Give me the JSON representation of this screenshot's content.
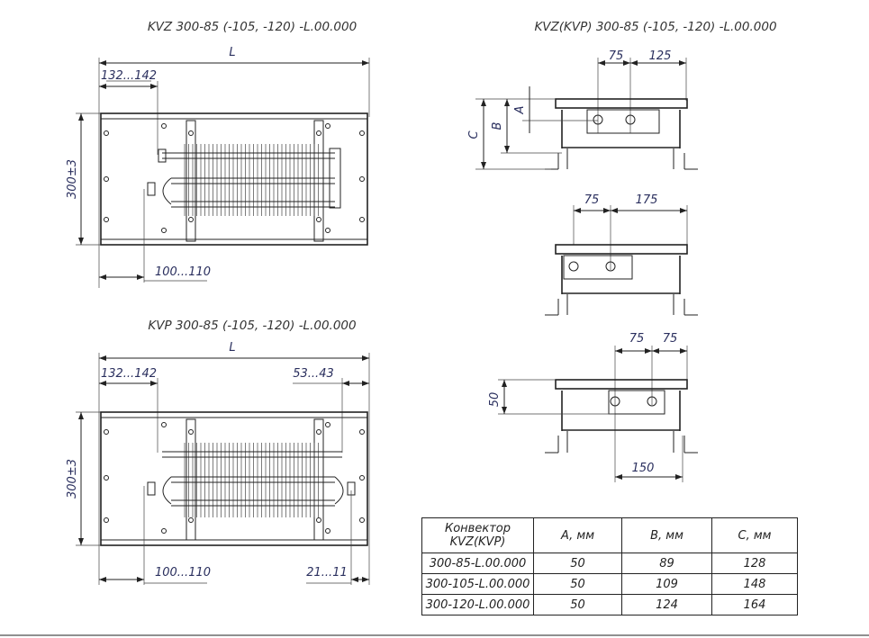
{
  "views": {
    "kvz_plan": {
      "title": "KVZ 300-85 (-105, -120) -L.00.000",
      "dim_length": "L",
      "dim_inlet": "132...142",
      "dim_width": "300±3",
      "dim_outlet": "100...110"
    },
    "kvp_plan": {
      "title": "KVP 300-85 (-105, -120) -L.00.000",
      "dim_length": "L",
      "dim_inlet": "132...142",
      "dim_right": "53...43",
      "dim_width": "300±3",
      "dim_outlet": "100...110",
      "dim_right_bottom": "21...11"
    },
    "side_1": {
      "title": "KVZ(KVP) 300-85 (-105, -120) -L.00.000",
      "dim_a": "75",
      "dim_b": "125",
      "label_c": "C",
      "label_b": "B",
      "label_a": "A"
    },
    "side_2": {
      "dim_a": "75",
      "dim_b": "175"
    },
    "side_3": {
      "dim_a": "75",
      "dim_b": "75",
      "dim_height": "50",
      "dim_bottom": "150"
    }
  },
  "table": {
    "headers": [
      "Конвектор KVZ(KVP)",
      "A, мм",
      "B, мм",
      "C, мм"
    ],
    "rows": [
      [
        "300-85-L.00.000",
        "50",
        "89",
        "128"
      ],
      [
        "300-105-L.00.000",
        "50",
        "109",
        "148"
      ],
      [
        "300-120-L.00.000",
        "50",
        "124",
        "164"
      ]
    ]
  }
}
